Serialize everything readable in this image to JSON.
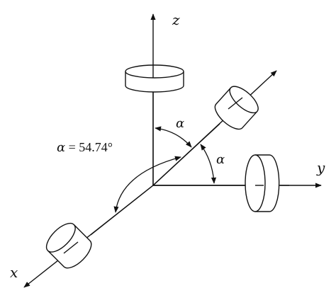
{
  "axes": {
    "x": "x",
    "y": "y",
    "z": "z",
    "diagonal": ""
  },
  "angles": {
    "alpha_top": "α",
    "alpha_side": "α",
    "equation_symbol": "α",
    "equation_rest": " = 54.74°"
  },
  "style": {
    "line_color": "#111111",
    "wheel_fill": "#ffffff"
  }
}
